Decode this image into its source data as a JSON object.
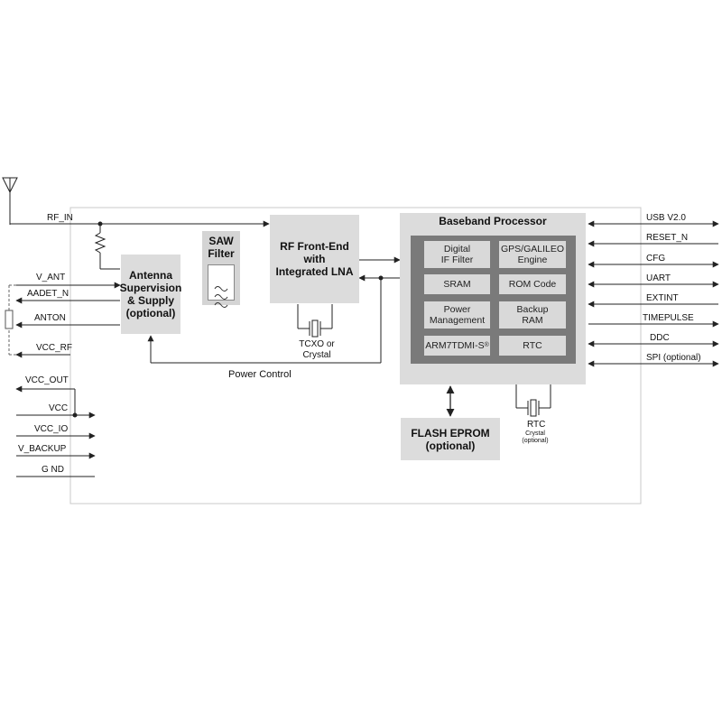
{
  "blocks": {
    "antenna_supervision": "Antenna\nSupervision\n& Supply\n(optional)",
    "saw_filter": "SAW\nFilter",
    "rf_frontend": "RF Front-End\nwith\nIntegrated LNA",
    "baseband_title": "Baseband Processor",
    "flash_eprom": "FLASH EPROM\n(optional)"
  },
  "baseband_modules": {
    "digital_if_filter": "Digital\nIF Filter",
    "gps_galileo_engine": "GPS/GALILEO\nEngine",
    "sram": "SRAM",
    "rom_code": "ROM Code",
    "power_management": "Power\nManagement",
    "backup_ram": "Backup\nRAM",
    "arm_core": "ARM7TDMI-S",
    "arm_core_sup": "®",
    "rtc": "RTC"
  },
  "left_signals": {
    "rf_in": "RF_IN",
    "v_ant": "V_ANT",
    "aadet_n": "AADET_N",
    "anton": "ANTON",
    "vcc_rf": "VCC_RF",
    "vcc_out": "VCC_OUT",
    "vcc": "VCC",
    "vcc_io": "VCC_IO",
    "v_backup": "V_BACKUP",
    "gnd": "G ND"
  },
  "right_signals": {
    "usb": "USB V2.0",
    "reset_n": "RESET_N",
    "cfg": "CFG",
    "uart": "UART",
    "extint": "EXTINT",
    "timepulse": "TIMEPULSE",
    "ddc": "DDC",
    "spi": "SPI (optional)"
  },
  "annotations": {
    "tcxo": "TCXO or\nCrystal",
    "power_control": "Power Control",
    "rtc_label": "RTC",
    "rtc_crystal": "Crystal\n(optional)"
  },
  "colors": {
    "block_fill": "#dcdcdc",
    "inner_panel": "#7a7a7a",
    "line": "#333333"
  }
}
